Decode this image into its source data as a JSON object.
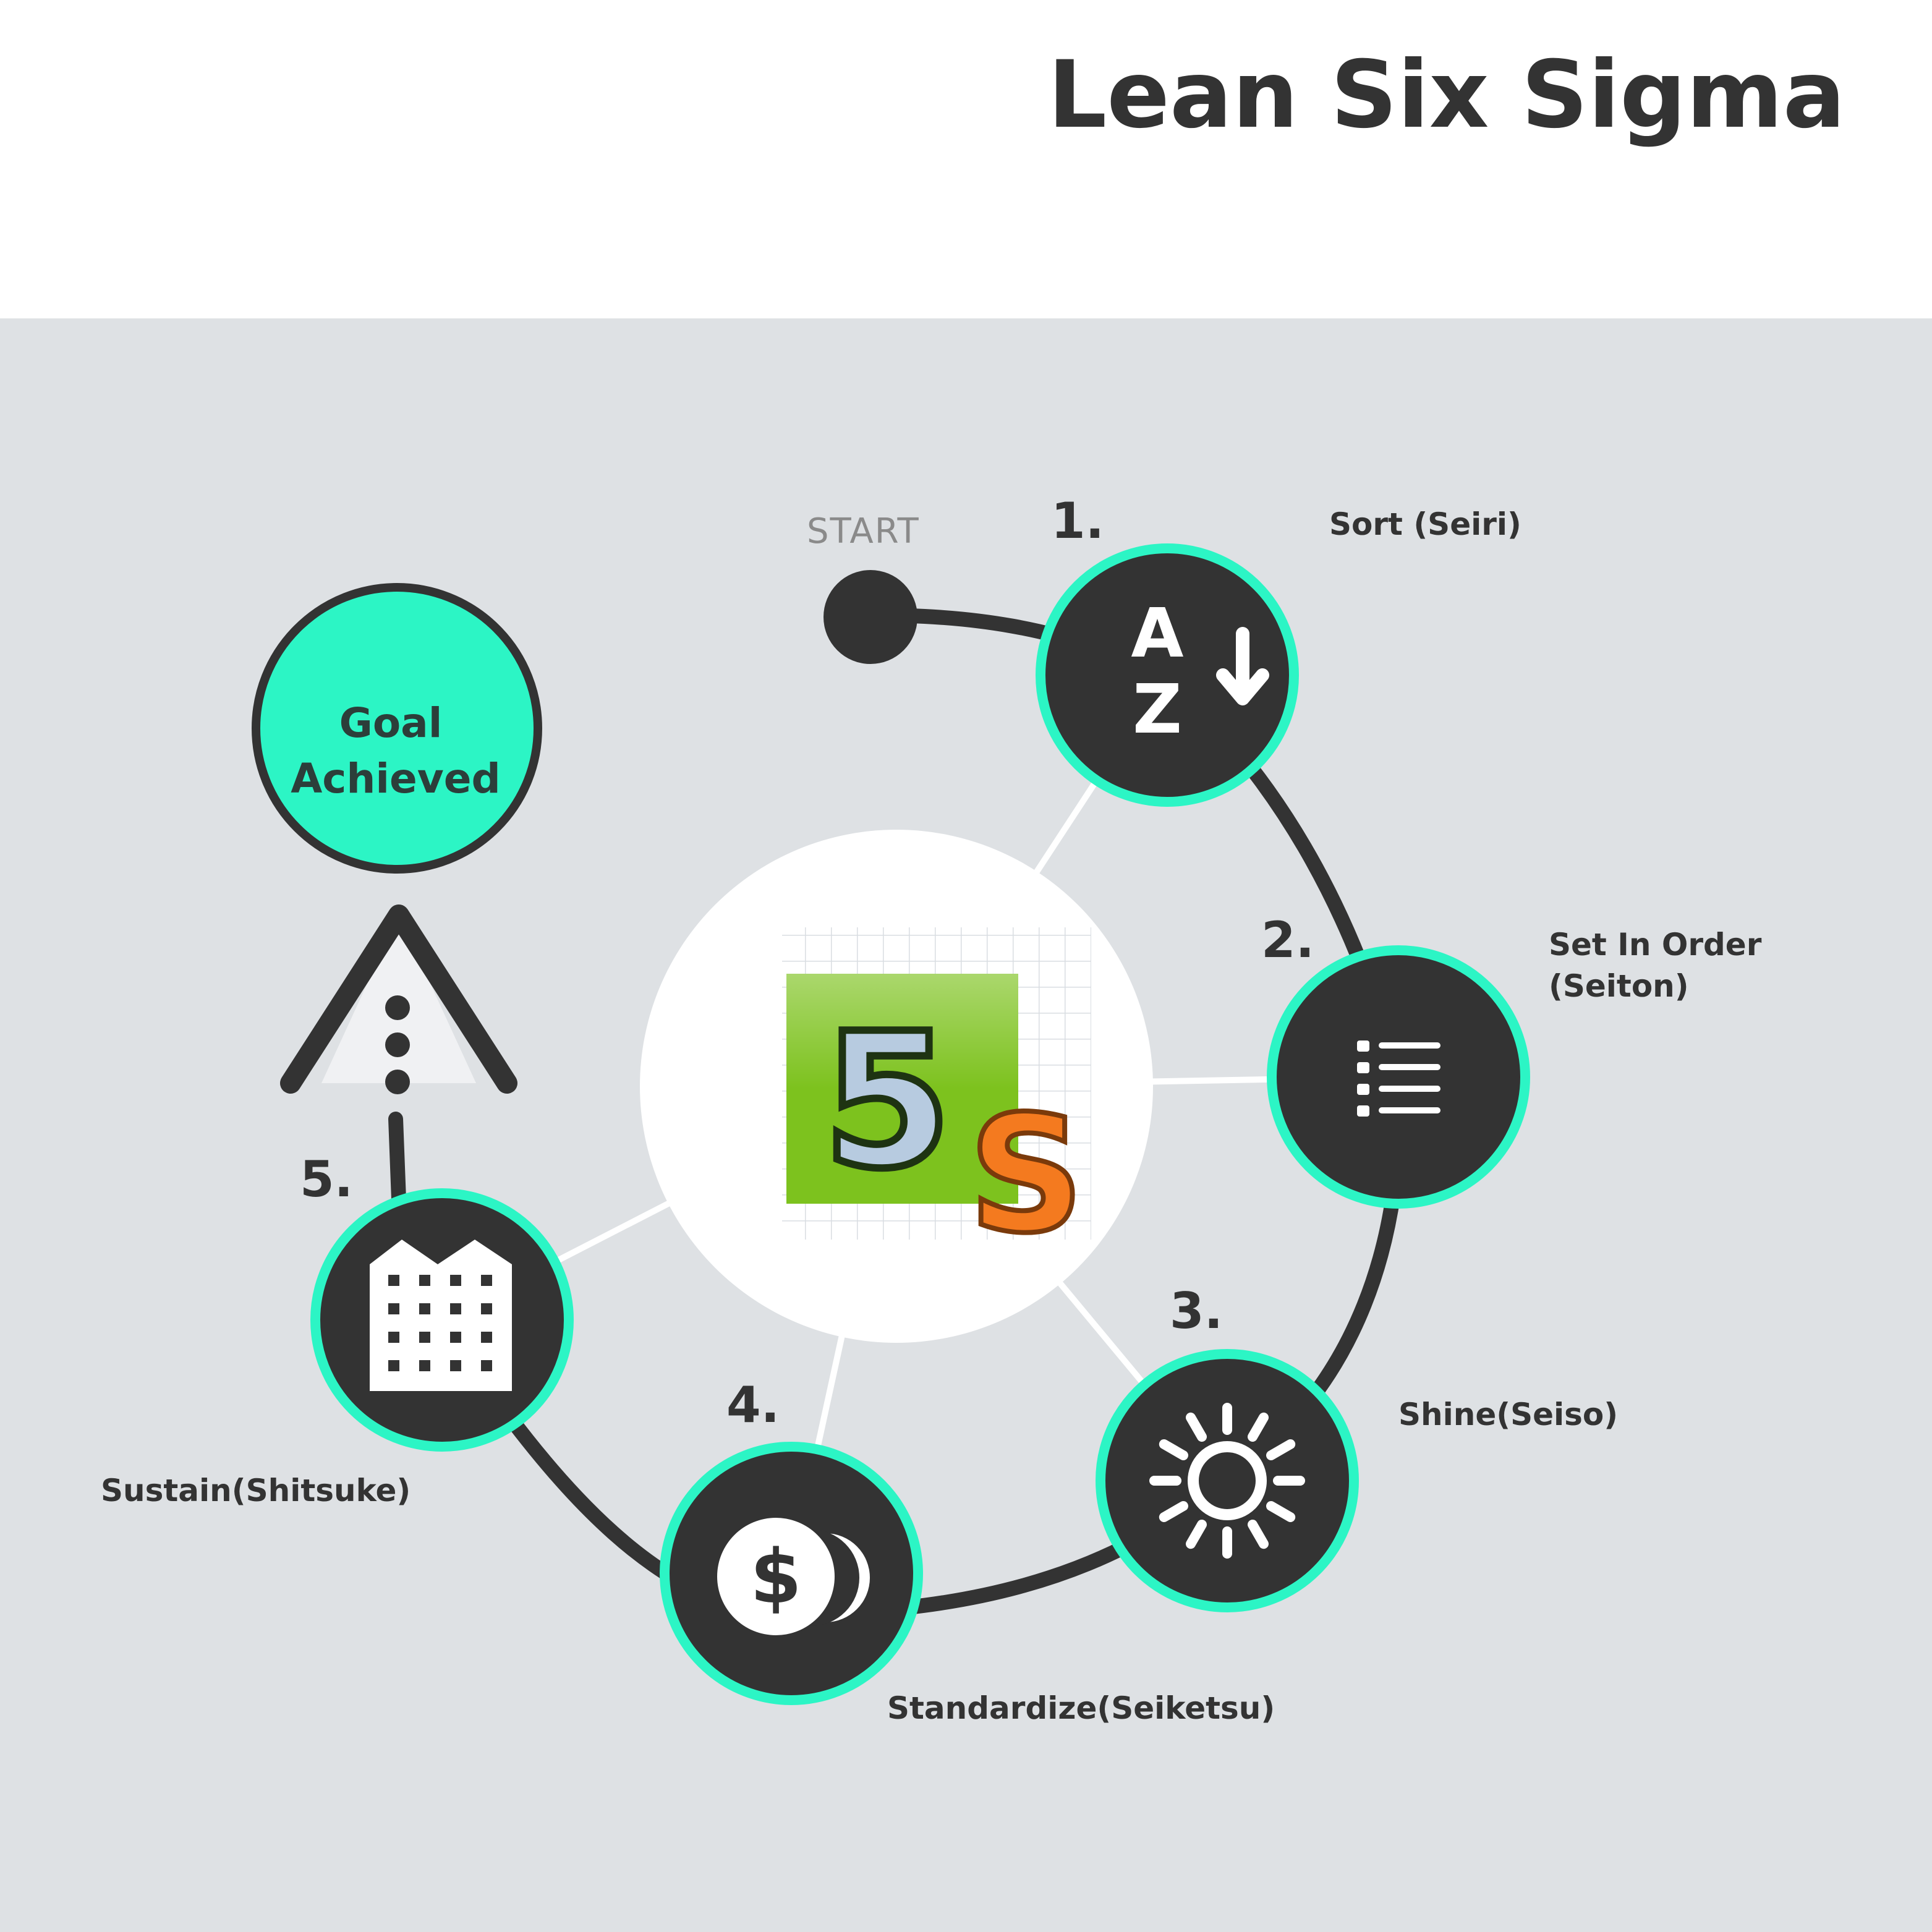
{
  "title": "Lean Six Sigma",
  "start_label": "START",
  "goal": {
    "line1": "Goal",
    "line2": "Achieved"
  },
  "steps": [
    {
      "number": "1.",
      "label": "Sort (Seiri)",
      "icon": "sort-az-icon"
    },
    {
      "number": "2.",
      "label_line1": "Set In Order",
      "label_line2": "(Seiton)",
      "icon": "list-icon"
    },
    {
      "number": "3.",
      "label": "Shine(Seiso)",
      "icon": "sun-icon"
    },
    {
      "number": "4.",
      "label": "Standardize(Seiketsu)",
      "icon": "coins-icon"
    },
    {
      "number": "5.",
      "label": "Sustain(Shitsuke)",
      "icon": "building-icon"
    }
  ],
  "icon_text": {
    "a": "A",
    "z": "Z",
    "dollar": "$"
  },
  "logo": {
    "five": "5",
    "s": "S"
  },
  "colors": {
    "accent": "#2cf5c5",
    "dark": "#333333",
    "background_panel": "#dee1e4",
    "logo_green": "#7dc21e",
    "logo_orange": "#f47a1f"
  }
}
